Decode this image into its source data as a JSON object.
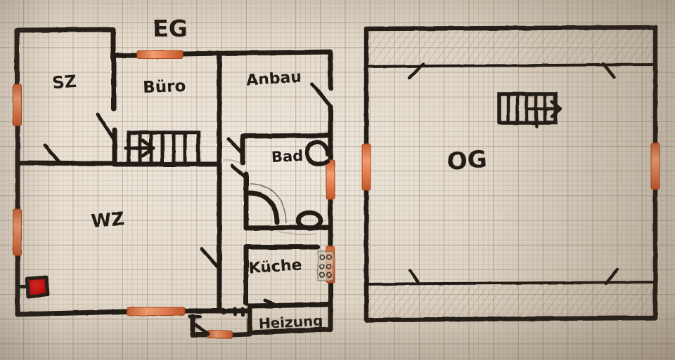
{
  "document": {
    "kind": "hand-drawn-floor-plan",
    "medium": "graph-paper-sketch",
    "plans": [
      "EG",
      "OG"
    ]
  },
  "titles": {
    "ground_floor": "EG",
    "upper_floor": "OG"
  },
  "eg": {
    "name": "EG",
    "rooms": [
      {
        "key": "sz",
        "label": "SZ"
      },
      {
        "key": "buero",
        "label": "Büro"
      },
      {
        "key": "anbau",
        "label": "Anbau"
      },
      {
        "key": "bad",
        "label": "Bad"
      },
      {
        "key": "wz",
        "label": "WZ"
      },
      {
        "key": "kueche",
        "label": "Küche"
      },
      {
        "key": "heizung",
        "label": "Heizung"
      }
    ],
    "fixtures": [
      {
        "key": "stairs",
        "name": "staircase-up-arrow"
      },
      {
        "key": "stove",
        "name": "wood-stove"
      },
      {
        "key": "shower",
        "name": "shower-quarter-round"
      },
      {
        "key": "toilet",
        "name": "toilet"
      },
      {
        "key": "sink",
        "name": "wash-basin"
      },
      {
        "key": "cooktop",
        "name": "cooktop-four-burner"
      }
    ],
    "window_count": 7,
    "door_count": 8
  },
  "og": {
    "name": "OG",
    "rooms": [
      {
        "key": "og",
        "label": "OG"
      }
    ],
    "fixtures": [
      {
        "key": "stairs",
        "name": "staircase-up-arrow"
      }
    ],
    "knee_wall_zones": 2,
    "window_count": 2,
    "door_count": 4
  },
  "colors": {
    "ink": "#241d16",
    "window": "#e0774a",
    "window_light": "#ef9d72",
    "stove_fill": "#c31111",
    "paper": "#ded3c3",
    "grid_major": "#786452",
    "grid_minor": "#82705c",
    "hatch": "#8c7a66"
  }
}
